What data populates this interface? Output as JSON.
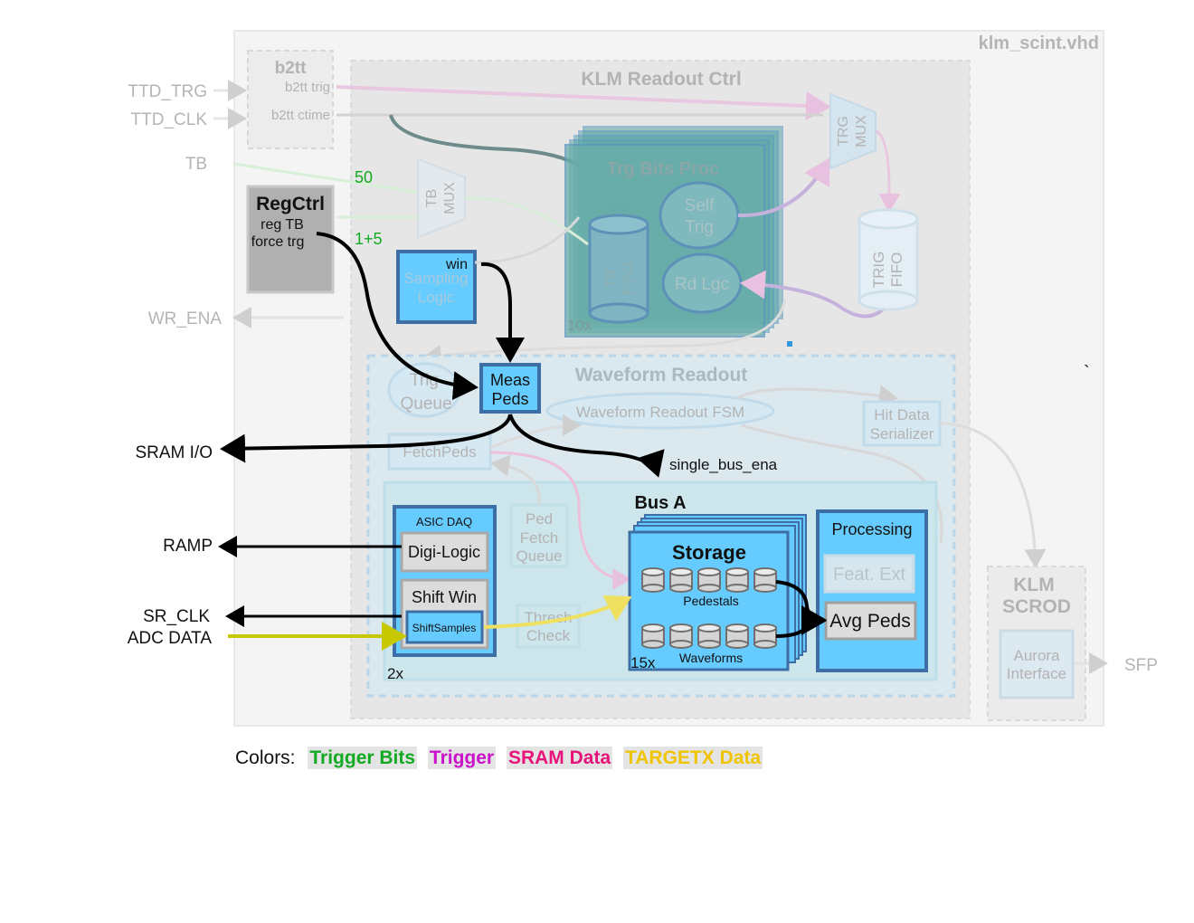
{
  "file_title": "klm_scint.vhd",
  "external_inputs": {
    "ttd_trg": "TTD_TRG",
    "ttd_clk": "TTD_CLK",
    "tb": "TB",
    "wr_ena": "WR_ENA",
    "sram_io": "SRAM I/O",
    "ramp": "RAMP",
    "sr_clk": "SR_CLK",
    "adc_data": "ADC DATA",
    "sfp": "SFP"
  },
  "b2tt": {
    "title": "b2tt",
    "port_trig": "b2tt trig",
    "port_ctime": "b2tt ctime"
  },
  "regctrl": {
    "title": "RegCtrl",
    "line1": "reg TB",
    "line2": "force trg"
  },
  "green_labels": {
    "fifty": "50",
    "one_plus_five": "1+5"
  },
  "readout_ctrl": {
    "title": "KLM Readout Ctrl"
  },
  "tb_mux": {
    "line1": "TB",
    "line2": "MUX"
  },
  "trg_mux": {
    "line1": "TRG",
    "line2": "MUX"
  },
  "trg_bits_proc": {
    "title": "Trg Bits Proc",
    "self_trig_1": "Self",
    "self_trig_2": "Trig",
    "tb_fifo_1": "TB",
    "tb_fifo_2": "FIFO",
    "rd_lgc": "Rd Lgc",
    "count": "10x"
  },
  "trig_fifo": {
    "line1": "TRIG",
    "line2": "FIFO"
  },
  "sampling_logic": {
    "win": "win",
    "line1": "Sampling",
    "line2": "Logic"
  },
  "meas_peds": {
    "line1": "Meas",
    "line2": "Peds"
  },
  "waveform_readout": {
    "title": "Waveform Readout",
    "trig_queue_1": "Trig",
    "trig_queue_2": "Queue",
    "fsm": "Waveform Readout FSM",
    "fetch_peds": "FetchPeds",
    "hit_serializer_1": "Hit Data",
    "hit_serializer_2": "Serializer",
    "single_bus_ena": "single_bus_ena"
  },
  "bus_a": {
    "title": "Bus A",
    "asic_daq": "ASIC DAQ",
    "digi_logic": "Digi-Logic",
    "shift_win": "Shift Win",
    "shift_samples": "ShiftSamples",
    "asic_count": "2x",
    "ped_fetch_1": "Ped",
    "ped_fetch_2": "Fetch",
    "ped_fetch_3": "Queue",
    "thresh_1": "Thresh",
    "thresh_2": "Check",
    "storage": "Storage",
    "pedestals": "Pedestals",
    "waveforms": "Waveforms",
    "storage_count": "15x",
    "processing": "Processing",
    "feat_ext": "Feat. Ext",
    "avg_peds": "Avg Peds"
  },
  "klm_scrod": {
    "line1": "KLM",
    "line2": "SCROD",
    "aurora_1": "Aurora",
    "aurora_2": "Interface"
  },
  "backtick": "`",
  "legend": {
    "prefix": "Colors:",
    "items": [
      {
        "label": "Trigger Bits",
        "color": "#11aa22"
      },
      {
        "label": "Trigger",
        "color": "#cc11cc"
      },
      {
        "label": "SRAM Data",
        "color": "#e8137a"
      },
      {
        "label": "TARGETX Data",
        "color": "#f0c400"
      }
    ]
  },
  "colors": {
    "frame_bg": "#f4f4f4",
    "block_blue": "#66ccff",
    "block_border": "#3d6fa6",
    "teal_block": "#5aa3a0",
    "faded_blue": "#cfe3ee",
    "regctrl_gray": "#b0b0b0"
  }
}
